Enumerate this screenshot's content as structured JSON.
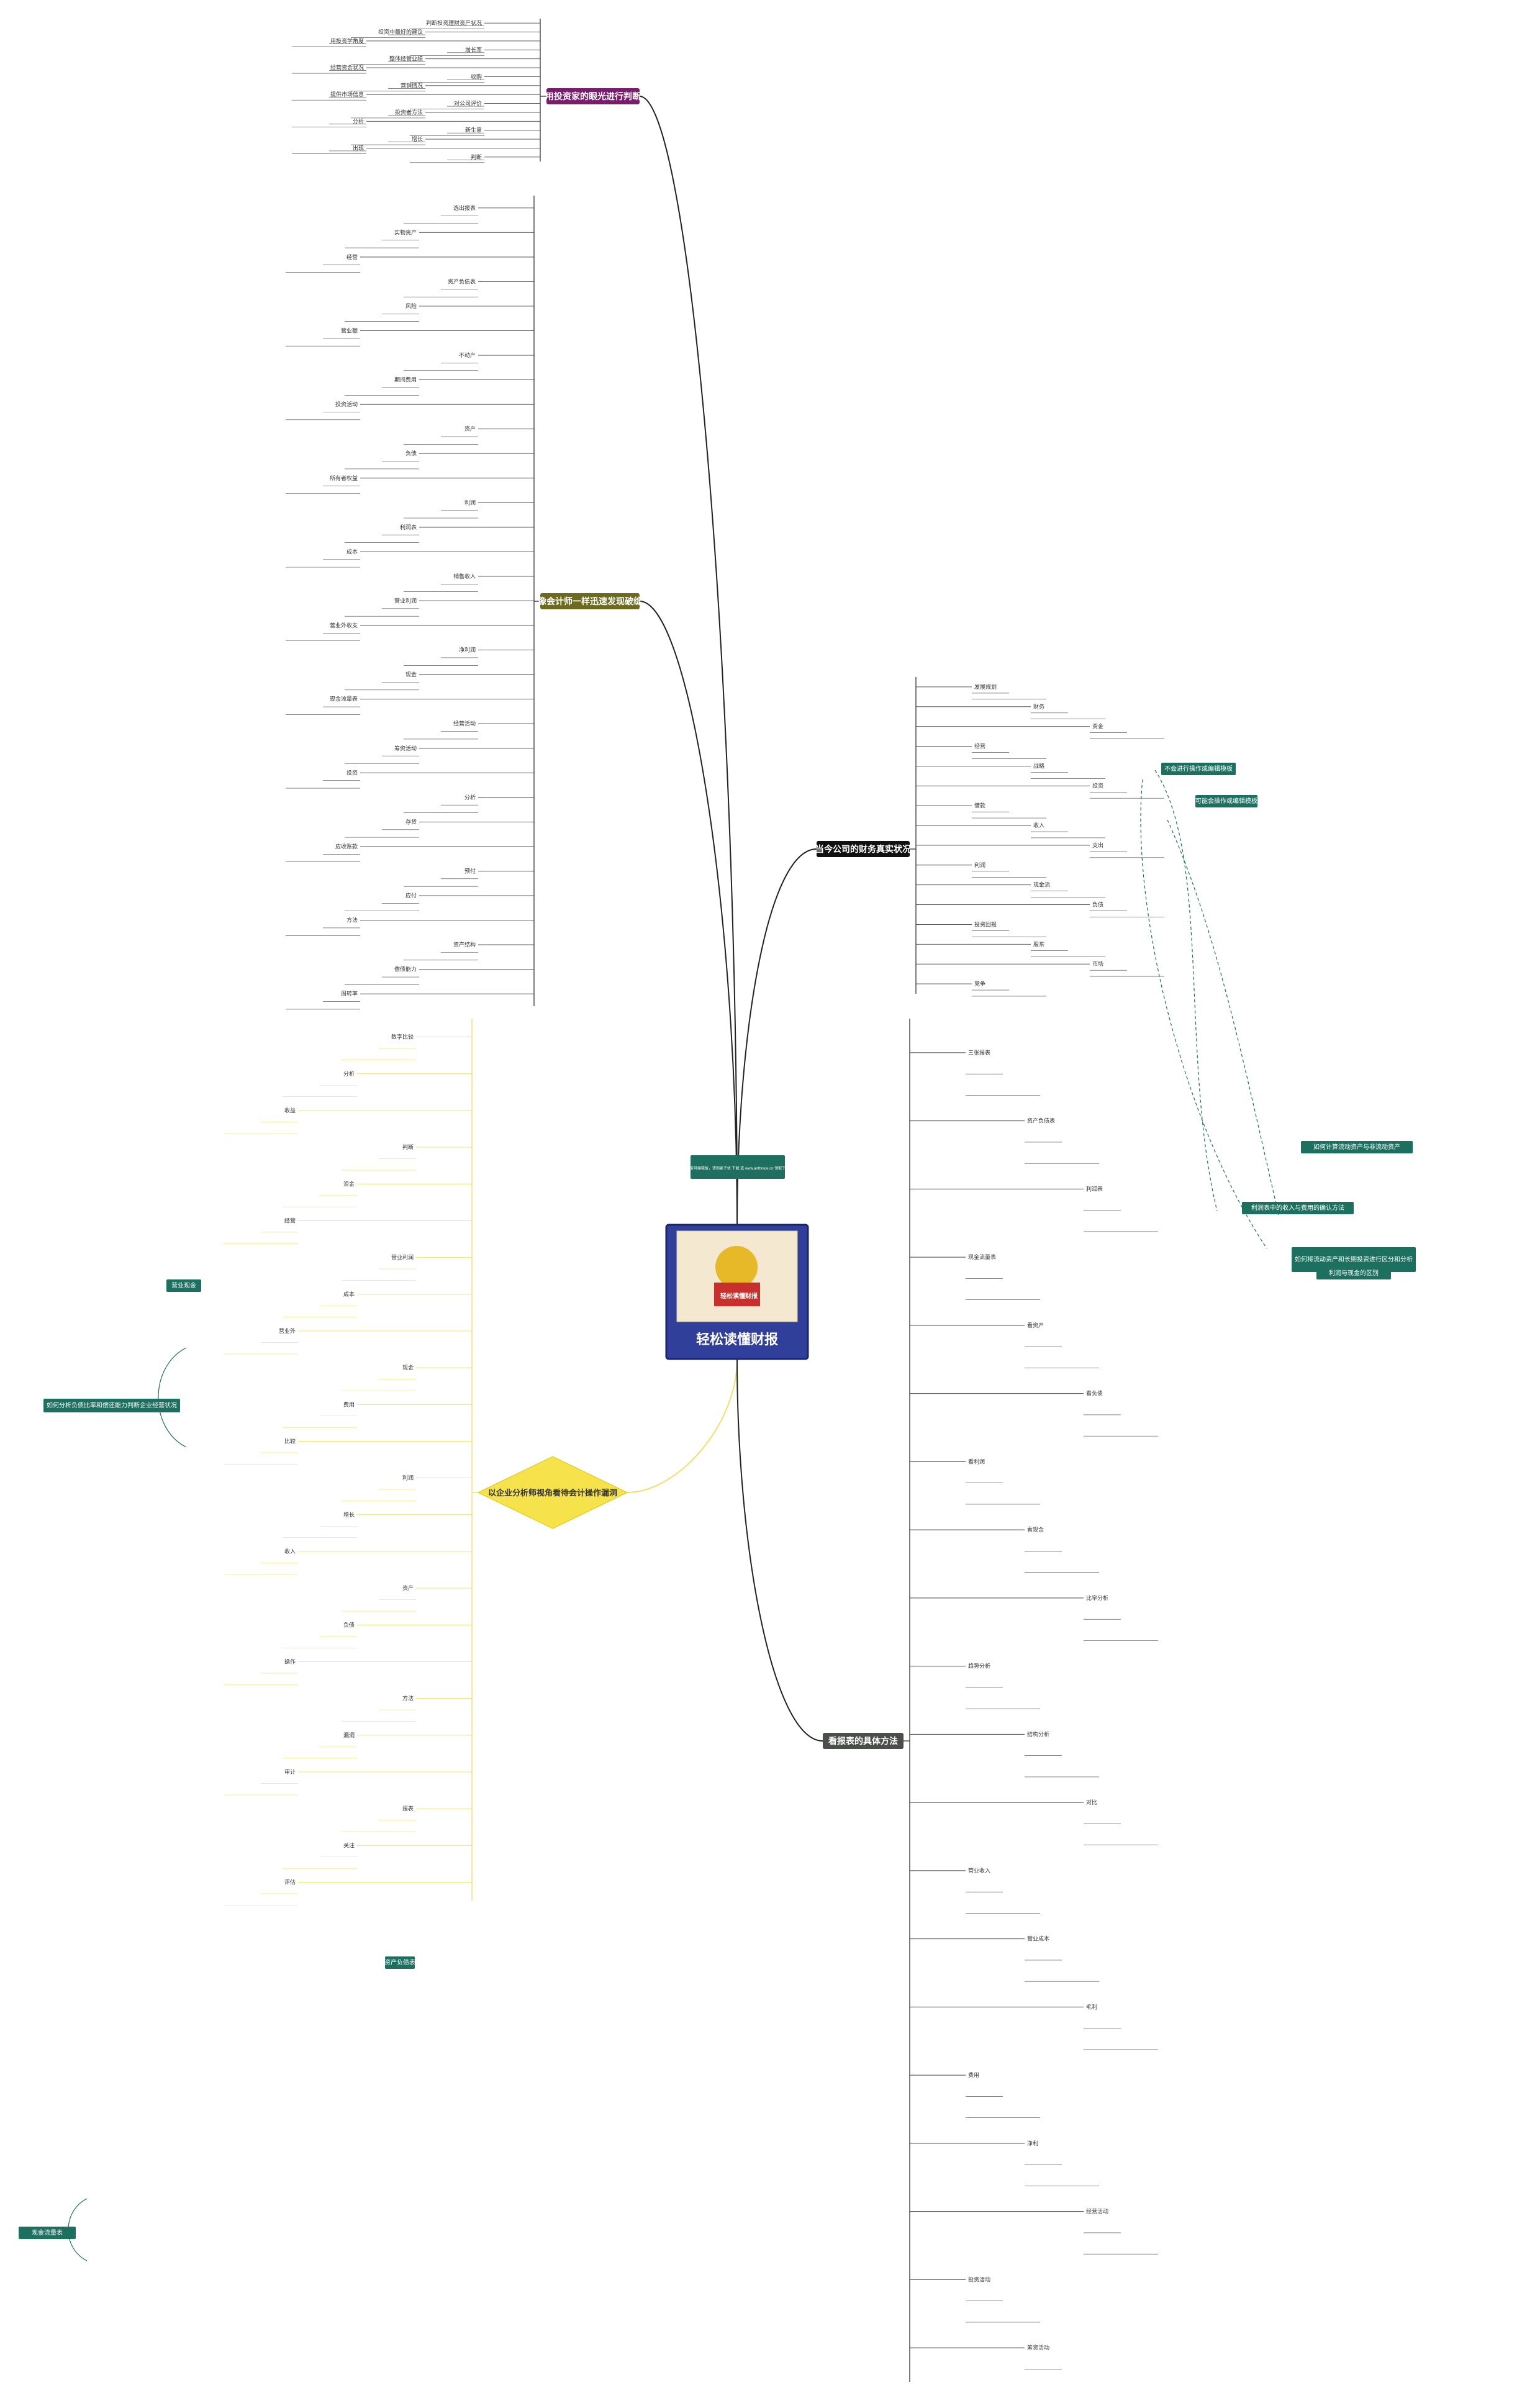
{
  "center": {
    "title": "轻松读懂财报",
    "book_cover_text": "轻松读懂财报",
    "watermark": "获取可编辑版，请到麦子优 下载 或 www.anthrace.cn 领取下载",
    "colors": {
      "fill": "#2f3f9a",
      "border": "#1c2670"
    }
  },
  "branches": [
    {
      "id": "b1",
      "label": "用投资家的眼光进行判断",
      "color": "#7a1b6e",
      "nodes": [
        "判断投资理财资产状况",
        "投资中最好的建议",
        "用投资学角度",
        "增长率",
        "整体经营业绩",
        "经营资金状况",
        "收购",
        "营销情况",
        "提供市场信息",
        "对公司评价",
        "投资者方法",
        "分析",
        "新生意",
        "增长",
        "出现",
        "判断"
      ]
    },
    {
      "id": "b2",
      "label": "像会计师一样迅速发现破绽",
      "color": "#6b6a1e",
      "nodes": [
        "选出报表",
        "实物资产",
        "经营",
        "资产负债表",
        "风险",
        "营业额",
        "不动产",
        "期间费用",
        "投资活动",
        "资产",
        "负债",
        "所有者权益",
        "利润",
        "利润表",
        "成本",
        "销售收入",
        "营业利润",
        "营业外收支",
        "净利润",
        "现金",
        "现金流量表",
        "经营活动",
        "筹资活动",
        "投资",
        "分析",
        "存货",
        "应收账款",
        "预付",
        "应付",
        "方法",
        "资产结构",
        "偿债能力",
        "周转率"
      ]
    },
    {
      "id": "b3",
      "label": "当今公司的财务真实状况",
      "color": "#111111",
      "nodes": [
        "发展规划",
        "财务",
        "资金",
        "经营",
        "战略",
        "投资",
        "借款",
        "收入",
        "支出",
        "利润",
        "现金流",
        "负债",
        "投资回报",
        "股东",
        "市场",
        "竞争"
      ]
    },
    {
      "id": "b4",
      "label": "以企业分析师视角看待会计操作漏洞",
      "color": "#f6e24a",
      "nodes": [
        "数字比较",
        "分析",
        "收益",
        "判断",
        "资金",
        "经营",
        "营业利润",
        "成本",
        "营业外",
        "现金",
        "费用",
        "比较",
        "利润",
        "增长",
        "收入",
        "资产",
        "负债",
        "操作",
        "方法",
        "漏洞",
        "审计",
        "报表",
        "关注",
        "评估"
      ]
    },
    {
      "id": "b5",
      "label": "看报表的具体方法",
      "color": "#4a4f4a",
      "nodes": [
        "三张报表",
        "资产负债表",
        "利润表",
        "现金流量表",
        "看资产",
        "看负债",
        "看利润",
        "看现金",
        "比率分析",
        "趋势分析",
        "结构分析",
        "对比",
        "营业收入",
        "营业成本",
        "毛利",
        "费用",
        "净利",
        "经营活动",
        "投资活动",
        "筹资活动"
      ]
    }
  ],
  "notes": [
    {
      "id": "n1",
      "text": "不会进行操作或编辑模板"
    },
    {
      "id": "n2",
      "text": "可能会操作或编辑模板"
    },
    {
      "id": "n3",
      "text": "如何计算流动资产与非流动资产"
    },
    {
      "id": "n4",
      "text": "利润表中的收入与费用的确认方法"
    },
    {
      "id": "n5",
      "text": "如何将流动资产和长期投资进行区分和分析"
    },
    {
      "id": "n6",
      "text": "利润与现金的区别"
    },
    {
      "id": "n7",
      "text": "如何分析负债比率和偿还能力判断企业经营状况"
    },
    {
      "id": "n8",
      "text": "营业现金"
    },
    {
      "id": "n9",
      "text": "资产负债表"
    },
    {
      "id": "n10",
      "text": "现金流量表"
    }
  ]
}
